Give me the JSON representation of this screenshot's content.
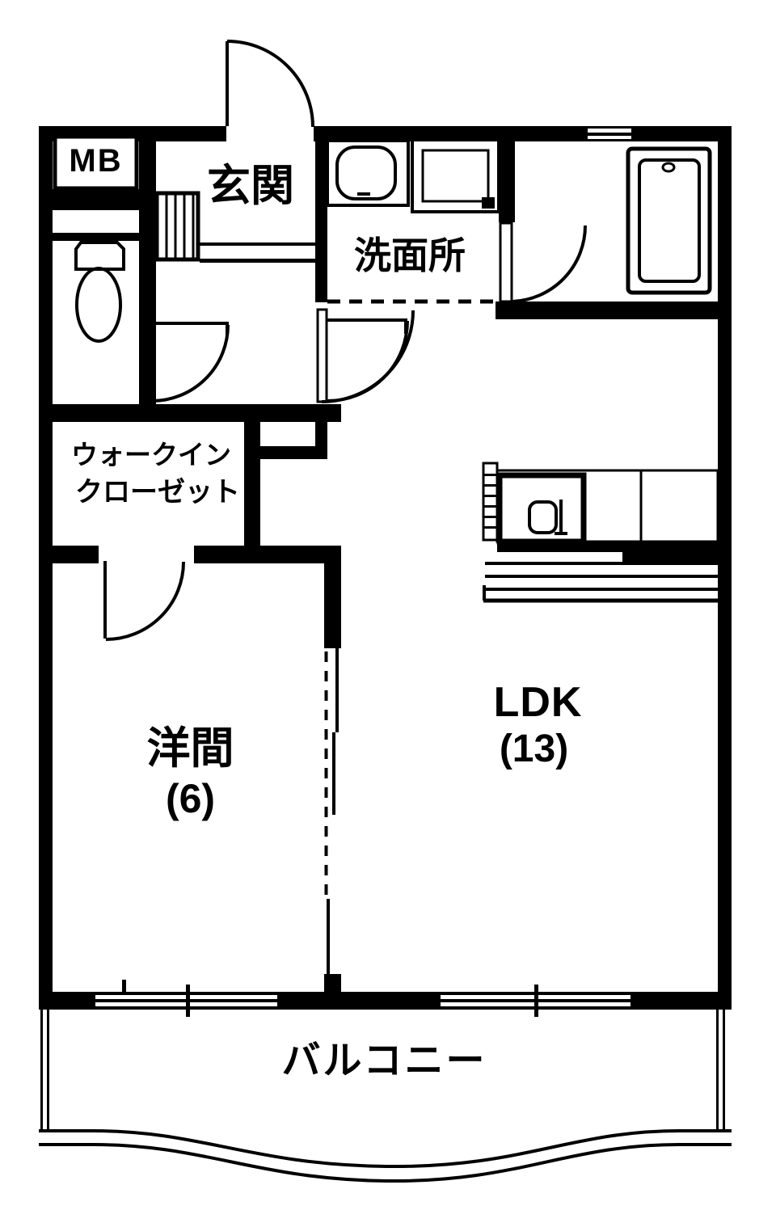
{
  "floorplan": {
    "background_color": "#ffffff",
    "line_color": "#000000",
    "rooms": {
      "meter_box": {
        "label": "MB"
      },
      "entrance": {
        "label": "玄関"
      },
      "washroom": {
        "label": "洗面所"
      },
      "walk_in_closet": {
        "label_line1": "ウォークイン",
        "label_line2": "クローゼット"
      },
      "western_room": {
        "label": "洋間",
        "size": "(6)"
      },
      "ldk": {
        "label": "LDK",
        "size": "(13)"
      },
      "balcony": {
        "label": "バルコニー"
      }
    }
  }
}
